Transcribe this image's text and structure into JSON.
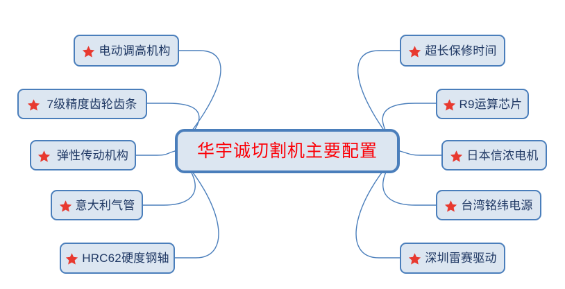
{
  "diagram": {
    "type": "mind-map",
    "title": "华宇诚切割机主要配置",
    "colors": {
      "node_fill": "#dce6f1",
      "node_border": "#4a7ebb",
      "node_text": "#1f3864",
      "center_text": "#fb0007",
      "star": "#e8392f",
      "connector": "#4a7ebb",
      "background": "#ffffff"
    },
    "center": {
      "label": "华宇诚切割机主要配置"
    },
    "left_branches": [
      {
        "label": "电动调高机构",
        "icon": "star-icon"
      },
      {
        "label": "7级精度齿轮齿条",
        "icon": "star-icon"
      },
      {
        "label": "弹性传动机构",
        "icon": "star-icon"
      },
      {
        "label": "意大利气管",
        "icon": "star-icon"
      },
      {
        "label": "HRC62硬度钢轴",
        "icon": "star-icon"
      }
    ],
    "right_branches": [
      {
        "label": "超长保修时间",
        "icon": "star-icon"
      },
      {
        "label": "R9运算芯片",
        "icon": "star-icon"
      },
      {
        "label": "日本信浓电机",
        "icon": "star-icon"
      },
      {
        "label": "台湾铭纬电源",
        "icon": "star-icon"
      },
      {
        "label": "深圳雷赛驱动",
        "icon": "star-icon"
      }
    ]
  }
}
